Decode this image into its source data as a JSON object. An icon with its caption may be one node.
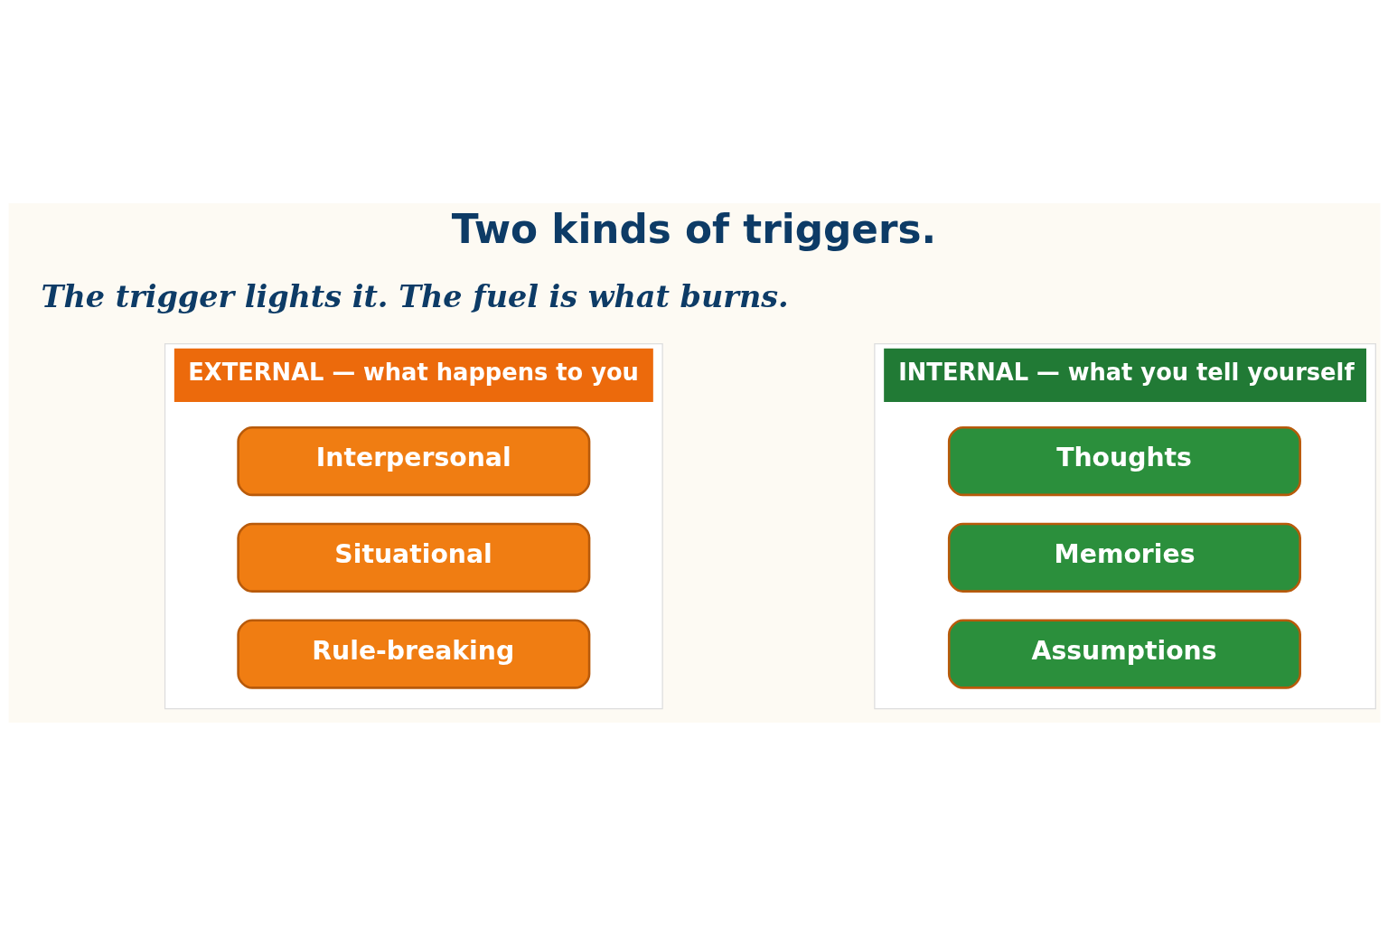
{
  "diagram": {
    "title": "Two kinds of triggers.",
    "caption": "The trigger lights it. The fuel is what burns.",
    "nodes": [
      {
        "text": [
          "EXTERNAL — what happens to you"
        ]
      },
      {
        "text": [
          "Interpersonal"
        ],
        "in": 0
      },
      {
        "text": [
          "Situational"
        ],
        "in": 0
      },
      {
        "text": [
          "Rule-breaking"
        ],
        "in": 0
      },
      {
        "text": [
          "INTERNAL — what you tell yourself"
        ]
      },
      {
        "text": [
          "Thoughts"
        ],
        "in": 4
      },
      {
        "text": [
          "Memories"
        ],
        "in": 4
      },
      {
        "text": [
          "Assumptions"
        ],
        "in": 4
      }
    ],
    "edges": []
  }
}
